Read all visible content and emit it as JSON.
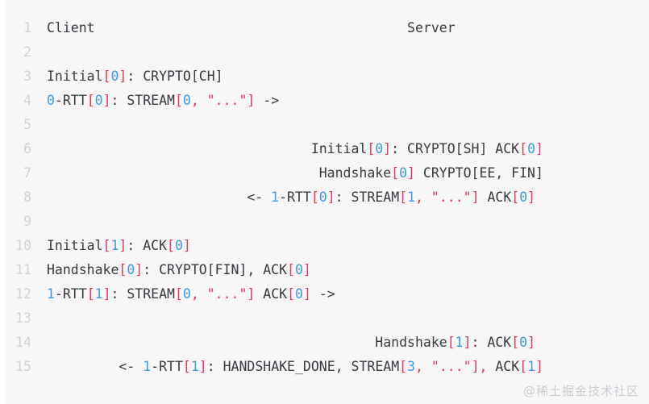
{
  "code_block": {
    "language": "text",
    "colors": {
      "background": "#f7f7f8",
      "page_background": "#ffffff",
      "plain_text": "#37393f",
      "line_number": "#cfd1d4",
      "number_literal": "#3d9bdb",
      "bracket": "#e2385f",
      "string": "#e2385f",
      "watermark": "#c9ccd1"
    },
    "line_numbers": [
      "1",
      "2",
      "3",
      "4",
      "5",
      "6",
      "7",
      "8",
      "9",
      "10",
      "11",
      "12",
      "13",
      "14",
      "15"
    ],
    "lines": [
      {
        "number": "1",
        "indent": 0,
        "raw": "Client                                      Server",
        "tokens": [
          {
            "t": "plain",
            "v": "Client"
          },
          {
            "t": "plain",
            "v": "                                       "
          },
          {
            "t": "plain",
            "v": "Server"
          }
        ]
      },
      {
        "number": "2",
        "indent": 0,
        "raw": "",
        "tokens": []
      },
      {
        "number": "3",
        "indent": 0,
        "raw": "Initial[0]: CRYPTO[CH]",
        "tokens": [
          {
            "t": "plain",
            "v": "Initial"
          },
          {
            "t": "brk",
            "v": "["
          },
          {
            "t": "num",
            "v": "0"
          },
          {
            "t": "brk",
            "v": "]"
          },
          {
            "t": "plain",
            "v": ": CRYPTO[CH]"
          }
        ]
      },
      {
        "number": "4",
        "indent": 0,
        "raw": "0-RTT[0]: STREAM[0, \"...\"] ->",
        "tokens": [
          {
            "t": "num",
            "v": "0"
          },
          {
            "t": "plain",
            "v": "-RTT"
          },
          {
            "t": "brk",
            "v": "["
          },
          {
            "t": "num",
            "v": "0"
          },
          {
            "t": "brk",
            "v": "]"
          },
          {
            "t": "plain",
            "v": ": STREAM"
          },
          {
            "t": "brk",
            "v": "["
          },
          {
            "t": "num",
            "v": "0"
          },
          {
            "t": "punc",
            "v": ","
          },
          {
            "t": "plain",
            "v": " "
          },
          {
            "t": "str",
            "v": "\"...\""
          },
          {
            "t": "brk",
            "v": "]"
          },
          {
            "t": "arrow",
            "v": " ->"
          }
        ]
      },
      {
        "number": "5",
        "indent": 0,
        "raw": "",
        "tokens": []
      },
      {
        "number": "6",
        "indent": 33,
        "raw": "                                 Initial[0]: CRYPTO[SH] ACK[0]",
        "tokens": [
          {
            "t": "plain",
            "v": "                                 Initial"
          },
          {
            "t": "brk",
            "v": "["
          },
          {
            "t": "num",
            "v": "0"
          },
          {
            "t": "brk",
            "v": "]"
          },
          {
            "t": "plain",
            "v": ": CRYPTO[SH] ACK"
          },
          {
            "t": "brk",
            "v": "["
          },
          {
            "t": "num",
            "v": "0"
          },
          {
            "t": "brk",
            "v": "]"
          }
        ]
      },
      {
        "number": "7",
        "indent": 34,
        "raw": "                                  Handshake[0] CRYPTO[EE, FIN]",
        "tokens": [
          {
            "t": "plain",
            "v": "                                  Handshake"
          },
          {
            "t": "brk",
            "v": "["
          },
          {
            "t": "num",
            "v": "0"
          },
          {
            "t": "brk",
            "v": "]"
          },
          {
            "t": "plain",
            "v": " CRYPTO[EE, FIN]"
          }
        ]
      },
      {
        "number": "8",
        "indent": 25,
        "raw": "                         <- 1-RTT[0]: STREAM[1, \"...\"] ACK[0]",
        "tokens": [
          {
            "t": "plain",
            "v": "                         "
          },
          {
            "t": "arrow",
            "v": "<- "
          },
          {
            "t": "num",
            "v": "1"
          },
          {
            "t": "plain",
            "v": "-RTT"
          },
          {
            "t": "brk",
            "v": "["
          },
          {
            "t": "num",
            "v": "0"
          },
          {
            "t": "brk",
            "v": "]"
          },
          {
            "t": "plain",
            "v": ": STREAM"
          },
          {
            "t": "brk",
            "v": "["
          },
          {
            "t": "num",
            "v": "1"
          },
          {
            "t": "punc",
            "v": ","
          },
          {
            "t": "plain",
            "v": " "
          },
          {
            "t": "str",
            "v": "\"...\""
          },
          {
            "t": "brk",
            "v": "]"
          },
          {
            "t": "plain",
            "v": " ACK"
          },
          {
            "t": "brk",
            "v": "["
          },
          {
            "t": "num",
            "v": "0"
          },
          {
            "t": "brk",
            "v": "]"
          }
        ]
      },
      {
        "number": "9",
        "indent": 0,
        "raw": "",
        "tokens": []
      },
      {
        "number": "10",
        "indent": 0,
        "raw": "Initial[1]: ACK[0]",
        "tokens": [
          {
            "t": "plain",
            "v": "Initial"
          },
          {
            "t": "brk",
            "v": "["
          },
          {
            "t": "num",
            "v": "1"
          },
          {
            "t": "brk",
            "v": "]"
          },
          {
            "t": "plain",
            "v": ": ACK"
          },
          {
            "t": "brk",
            "v": "["
          },
          {
            "t": "num",
            "v": "0"
          },
          {
            "t": "brk",
            "v": "]"
          }
        ]
      },
      {
        "number": "11",
        "indent": 0,
        "raw": "Handshake[0]: CRYPTO[FIN], ACK[0]",
        "tokens": [
          {
            "t": "plain",
            "v": "Handshake"
          },
          {
            "t": "brk",
            "v": "["
          },
          {
            "t": "num",
            "v": "0"
          },
          {
            "t": "brk",
            "v": "]"
          },
          {
            "t": "plain",
            "v": ": CRYPTO[FIN], ACK"
          },
          {
            "t": "brk",
            "v": "["
          },
          {
            "t": "num",
            "v": "0"
          },
          {
            "t": "brk",
            "v": "]"
          }
        ]
      },
      {
        "number": "12",
        "indent": 0,
        "raw": "1-RTT[1]: STREAM[0, \"...\"] ACK[0] ->",
        "tokens": [
          {
            "t": "num",
            "v": "1"
          },
          {
            "t": "plain",
            "v": "-RTT"
          },
          {
            "t": "brk",
            "v": "["
          },
          {
            "t": "num",
            "v": "1"
          },
          {
            "t": "brk",
            "v": "]"
          },
          {
            "t": "plain",
            "v": ": STREAM"
          },
          {
            "t": "brk",
            "v": "["
          },
          {
            "t": "num",
            "v": "0"
          },
          {
            "t": "punc",
            "v": ","
          },
          {
            "t": "plain",
            "v": " "
          },
          {
            "t": "str",
            "v": "\"...\""
          },
          {
            "t": "brk",
            "v": "]"
          },
          {
            "t": "plain",
            "v": " ACK"
          },
          {
            "t": "brk",
            "v": "["
          },
          {
            "t": "num",
            "v": "0"
          },
          {
            "t": "brk",
            "v": "]"
          },
          {
            "t": "arrow",
            "v": " ->"
          }
        ]
      },
      {
        "number": "13",
        "indent": 0,
        "raw": "",
        "tokens": []
      },
      {
        "number": "14",
        "indent": 41,
        "raw": "                                         Handshake[1]: ACK[0]",
        "tokens": [
          {
            "t": "plain",
            "v": "                                         Handshake"
          },
          {
            "t": "brk",
            "v": "["
          },
          {
            "t": "num",
            "v": "1"
          },
          {
            "t": "brk",
            "v": "]"
          },
          {
            "t": "plain",
            "v": ": ACK"
          },
          {
            "t": "brk",
            "v": "["
          },
          {
            "t": "num",
            "v": "0"
          },
          {
            "t": "brk",
            "v": "]"
          }
        ]
      },
      {
        "number": "15",
        "indent": 9,
        "raw": "         <- 1-RTT[1]: HANDSHAKE_DONE, STREAM[3, \"...\"], ACK[1]",
        "tokens": [
          {
            "t": "plain",
            "v": "         "
          },
          {
            "t": "arrow",
            "v": "<- "
          },
          {
            "t": "num",
            "v": "1"
          },
          {
            "t": "plain",
            "v": "-RTT"
          },
          {
            "t": "brk",
            "v": "["
          },
          {
            "t": "num",
            "v": "1"
          },
          {
            "t": "brk",
            "v": "]"
          },
          {
            "t": "plain",
            "v": ": HANDSHAKE_DONE, STREAM"
          },
          {
            "t": "brk",
            "v": "["
          },
          {
            "t": "num",
            "v": "3"
          },
          {
            "t": "punc",
            "v": ","
          },
          {
            "t": "plain",
            "v": " "
          },
          {
            "t": "str",
            "v": "\"...\""
          },
          {
            "t": "brk",
            "v": "]"
          },
          {
            "t": "punc",
            "v": ","
          },
          {
            "t": "plain",
            "v": " ACK"
          },
          {
            "t": "brk",
            "v": "["
          },
          {
            "t": "num",
            "v": "1"
          },
          {
            "t": "brk",
            "v": "]"
          }
        ]
      }
    ]
  },
  "watermark": {
    "text": "@稀土掘金技术社区"
  }
}
